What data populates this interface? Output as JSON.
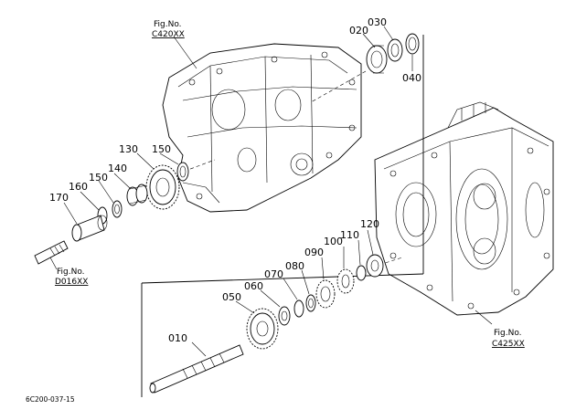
{
  "figure_refs": {
    "upper_case": {
      "label": "Fig.No.",
      "code": "C420XX"
    },
    "lower_case": {
      "label": "Fig.No.",
      "code": "C425XX"
    },
    "shaft_end": {
      "label": "Fig.No.",
      "code": "D016XX"
    }
  },
  "callouts": {
    "p010": "010",
    "p020": "020",
    "p030": "030",
    "p040": "040",
    "p050": "050",
    "p060": "060",
    "p070": "070",
    "p080": "080",
    "p090": "090",
    "p100": "100",
    "p110": "110",
    "p120": "120",
    "p130": "130",
    "p140": "140",
    "p150a": "150",
    "p150b": "150",
    "p160": "160",
    "p170": "170"
  },
  "footer": {
    "drawing_code": "6C200-037-15"
  }
}
